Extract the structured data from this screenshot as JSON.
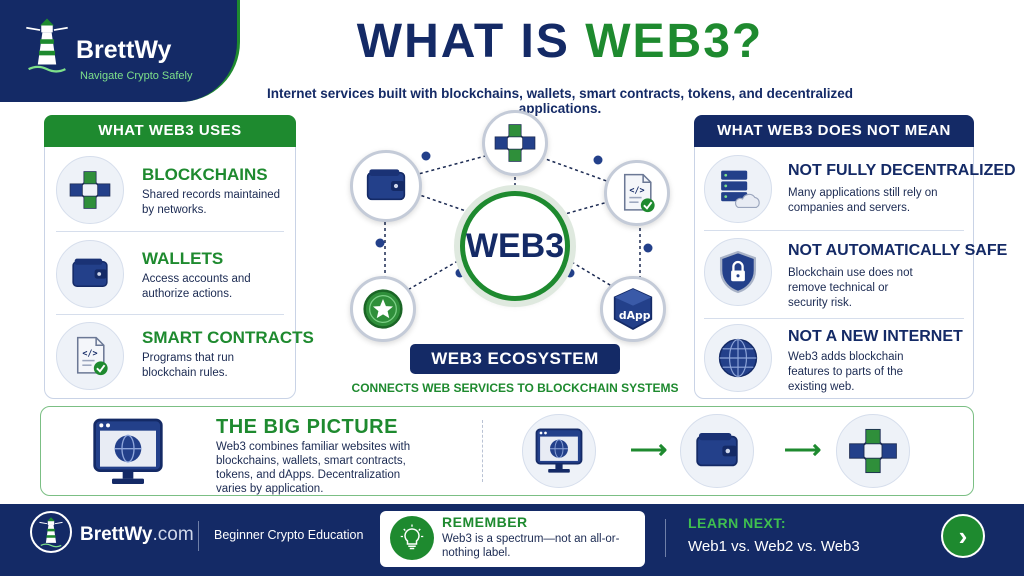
{
  "brand": {
    "name": "BrettWy",
    "tagline": "Navigate Crypto Safely",
    "logo_icon": "lighthouse-icon"
  },
  "header": {
    "title_part1": "WHAT IS ",
    "title_part2": "WEB3?",
    "subtitle": "Internet services built with blockchains, wallets, smart contracts, tokens, and decentralized applications."
  },
  "uses_panel": {
    "heading": "WHAT WEB3 USES",
    "items": [
      {
        "title": "BLOCKCHAINS",
        "desc": "Shared records maintained by networks.",
        "icon": "blockchain-cubes-icon"
      },
      {
        "title": "WALLETS",
        "desc": "Access accounts and authorize actions.",
        "icon": "wallet-icon"
      },
      {
        "title": "SMART CONTRACTS",
        "desc": "Programs that run blockchain rules.",
        "icon": "smart-contract-icon"
      }
    ]
  },
  "not_panel": {
    "heading": "WHAT WEB3 DOES NOT MEAN",
    "items": [
      {
        "title": "NOT FULLY DECENTRALIZED",
        "desc": "Many applications still rely on companies and servers.",
        "icon": "server-cloud-icon"
      },
      {
        "title": "NOT AUTOMATICALLY SAFE",
        "desc": "Blockchain use does not remove technical or security risk.",
        "icon": "shield-lock-icon"
      },
      {
        "title": "NOT A NEW INTERNET",
        "desc": "Web3 adds blockchain features to parts of the existing web.",
        "icon": "globe-icon"
      }
    ]
  },
  "ecosystem": {
    "center": "WEB3",
    "label": "WEB3 ECOSYSTEM",
    "sublabel": "CONNECTS WEB SERVICES TO BLOCKCHAIN SYSTEMS",
    "dapp_label": "dApp",
    "nodes": [
      "blockchain-cubes-icon",
      "wallet-icon",
      "smart-contract-icon",
      "token-star-icon",
      "dapp-cube-icon"
    ]
  },
  "big_picture": {
    "title": "THE BIG PICTURE",
    "desc": "Web3 combines familiar websites with blockchains, wallets, smart contracts, tokens, and dApps. Decentralization varies by application.",
    "flow": [
      "browser-globe-icon",
      "wallet-icon",
      "blockchain-cubes-icon"
    ]
  },
  "footer": {
    "site_name": "BrettWy",
    "site_domain": ".com",
    "edu": "Beginner Crypto Education",
    "remember_title": "REMEMBER",
    "remember_text": "Web3 is a spectrum—not an all-or-nothing label.",
    "learn_title": "LEARN NEXT:",
    "learn_text": "Web1 vs. Web2 vs. Web3",
    "next_icon": "chevron-right-icon"
  },
  "colors": {
    "navy": "#142a66",
    "green": "#1e8a2f",
    "light_green": "#3fbf4f"
  }
}
